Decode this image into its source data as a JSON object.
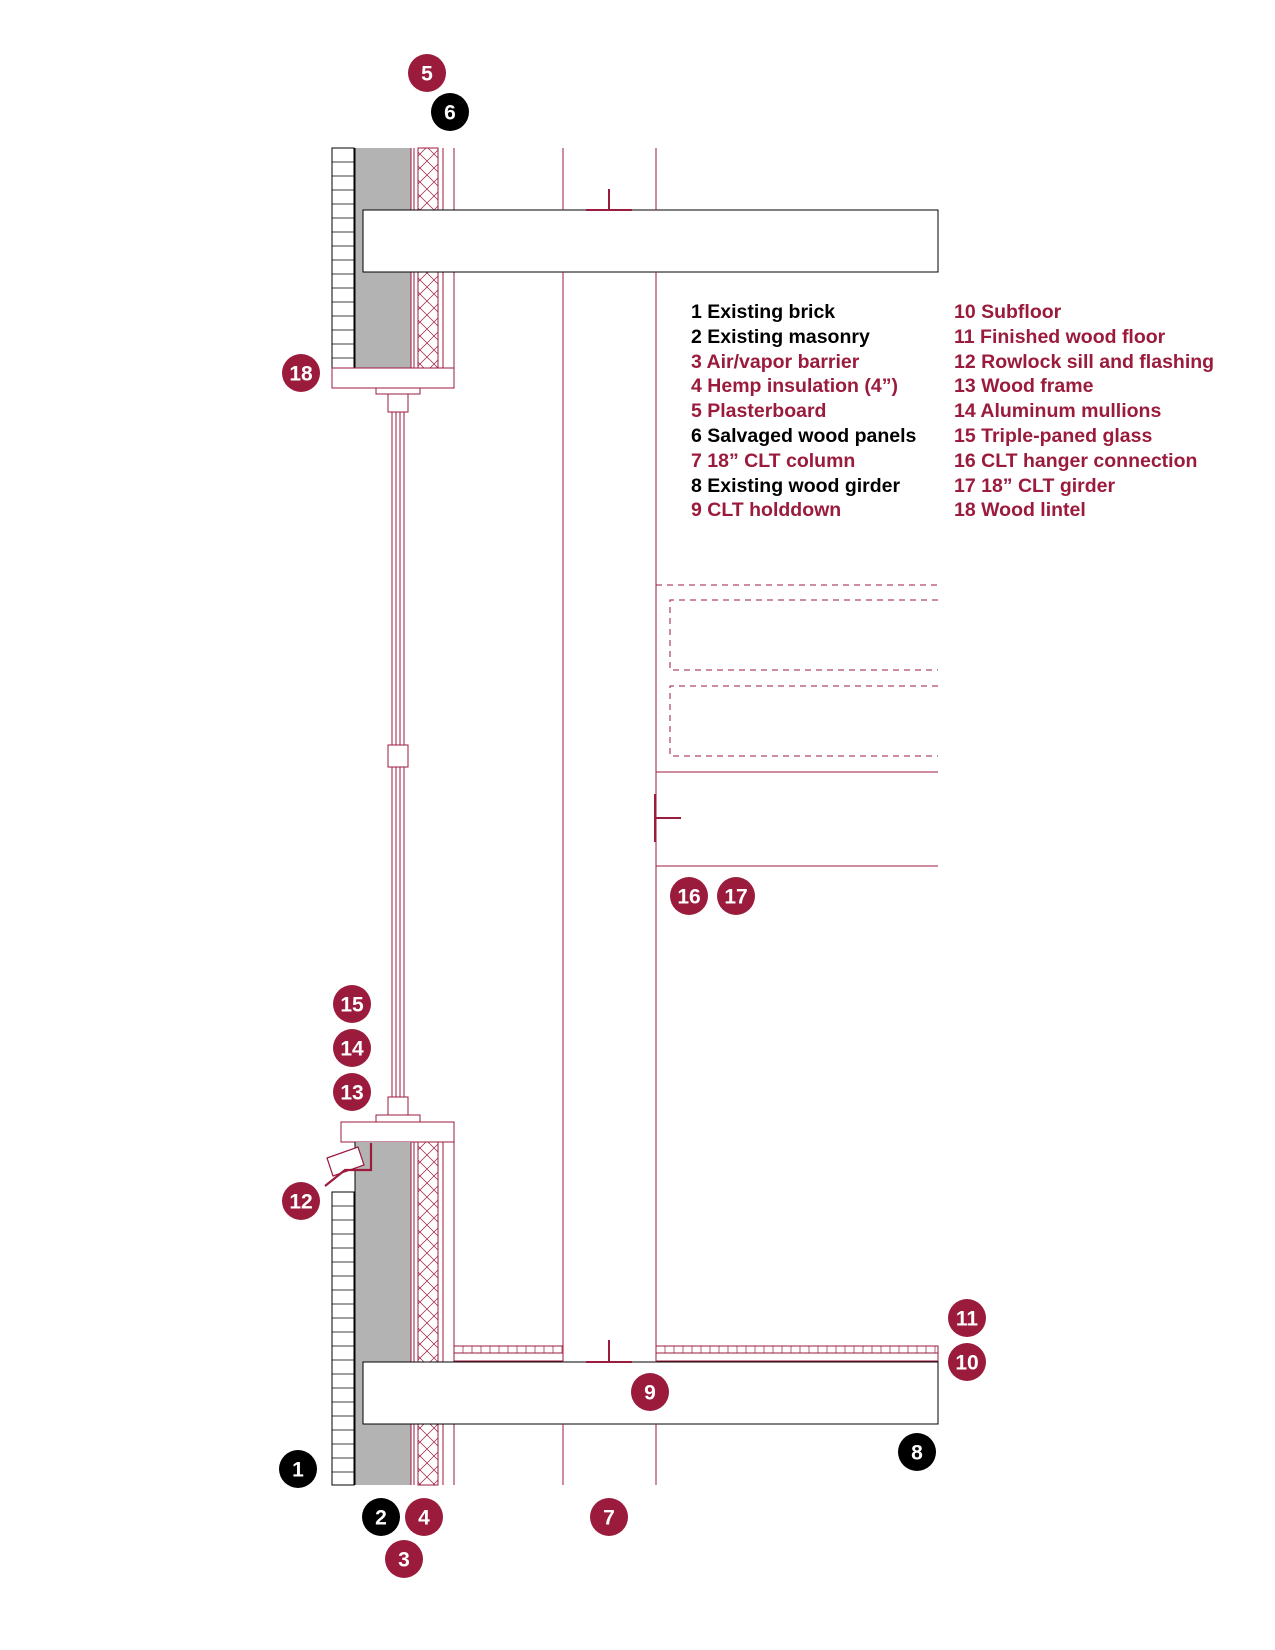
{
  "colors": {
    "accent": "#9b1b3c",
    "black": "#000000",
    "masonry": "#b3b3b3",
    "line": "#9b1b3c"
  },
  "legend": {
    "left": [
      {
        "text": "1 Existing brick",
        "color": "#000000"
      },
      {
        "text": "2 Existing masonry",
        "color": "#000000"
      },
      {
        "text": "3 Air/vapor barrier",
        "color": "#9b1b3c"
      },
      {
        "text": "4 Hemp insulation (4”)",
        "color": "#9b1b3c"
      },
      {
        "text": "5 Plasterboard",
        "color": "#9b1b3c"
      },
      {
        "text": "6 Salvaged wood panels",
        "color": "#000000"
      },
      {
        "text": "7 18” CLT column",
        "color": "#9b1b3c"
      },
      {
        "text": "8 Existing wood girder",
        "color": "#000000"
      },
      {
        "text": "9 CLT holddown",
        "color": "#9b1b3c"
      }
    ],
    "right": [
      {
        "text": "10 Subfloor",
        "color": "#9b1b3c"
      },
      {
        "text": "11 Finished wood floor",
        "color": "#9b1b3c"
      },
      {
        "text": "12 Rowlock sill and flashing",
        "color": "#9b1b3c"
      },
      {
        "text": "13 Wood frame",
        "color": "#9b1b3c"
      },
      {
        "text": "14 Aluminum mullions",
        "color": "#9b1b3c"
      },
      {
        "text": "15 Triple-paned glass",
        "color": "#9b1b3c"
      },
      {
        "text": "16 CLT hanger connection",
        "color": "#9b1b3c"
      },
      {
        "text": "17 18” CLT girder",
        "color": "#9b1b3c"
      },
      {
        "text": "18 Wood lintel",
        "color": "#9b1b3c"
      }
    ]
  },
  "callouts": [
    {
      "num": "5",
      "color": "#9b1b3c"
    },
    {
      "num": "6",
      "color": "#000000"
    },
    {
      "num": "18",
      "color": "#9b1b3c"
    },
    {
      "num": "16",
      "color": "#9b1b3c"
    },
    {
      "num": "17",
      "color": "#9b1b3c"
    },
    {
      "num": "15",
      "color": "#9b1b3c"
    },
    {
      "num": "14",
      "color": "#9b1b3c"
    },
    {
      "num": "13",
      "color": "#9b1b3c"
    },
    {
      "num": "12",
      "color": "#9b1b3c"
    },
    {
      "num": "11",
      "color": "#9b1b3c"
    },
    {
      "num": "10",
      "color": "#9b1b3c"
    },
    {
      "num": "9",
      "color": "#9b1b3c"
    },
    {
      "num": "8",
      "color": "#000000"
    },
    {
      "num": "1",
      "color": "#000000"
    },
    {
      "num": "2",
      "color": "#000000"
    },
    {
      "num": "4",
      "color": "#9b1b3c"
    },
    {
      "num": "7",
      "color": "#9b1b3c"
    },
    {
      "num": "3",
      "color": "#9b1b3c"
    }
  ]
}
